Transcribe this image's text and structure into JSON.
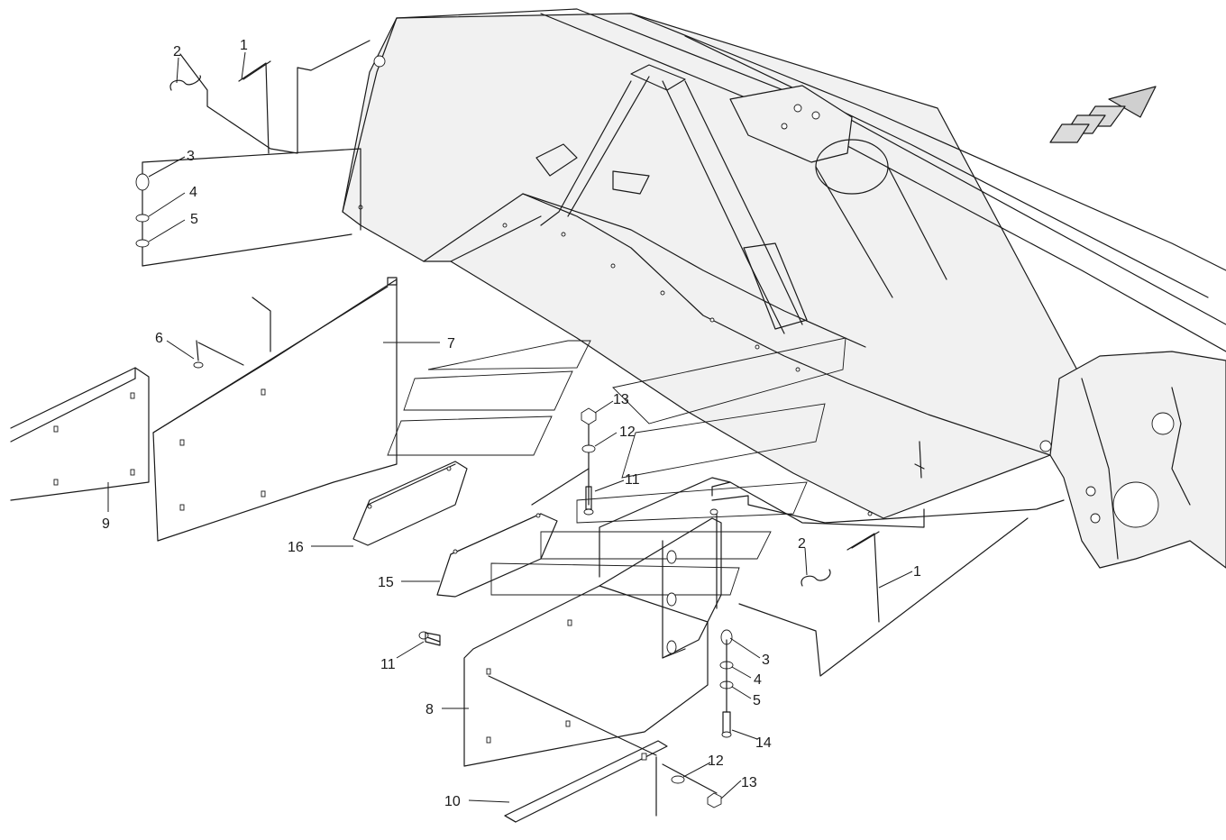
{
  "diagram": {
    "callouts": [
      {
        "id": "c1a",
        "label": "1"
      },
      {
        "id": "c2a",
        "label": "2"
      },
      {
        "id": "c3a",
        "label": "3"
      },
      {
        "id": "c4a",
        "label": "4"
      },
      {
        "id": "c5a",
        "label": "5"
      },
      {
        "id": "c6",
        "label": "6"
      },
      {
        "id": "c7",
        "label": "7"
      },
      {
        "id": "c9",
        "label": "9"
      },
      {
        "id": "c13a",
        "label": "13"
      },
      {
        "id": "c12a",
        "label": "12"
      },
      {
        "id": "c11a",
        "label": "11"
      },
      {
        "id": "c16",
        "label": "16"
      },
      {
        "id": "c15",
        "label": "15"
      },
      {
        "id": "c2b",
        "label": "2"
      },
      {
        "id": "c1b",
        "label": "1"
      },
      {
        "id": "c11b",
        "label": "11"
      },
      {
        "id": "c3b",
        "label": "3"
      },
      {
        "id": "c4b",
        "label": "4"
      },
      {
        "id": "c5b",
        "label": "5"
      },
      {
        "id": "c8",
        "label": "8"
      },
      {
        "id": "c14",
        "label": "14"
      },
      {
        "id": "c12b",
        "label": "12"
      },
      {
        "id": "c13b",
        "label": "13"
      },
      {
        "id": "c10",
        "label": "10"
      }
    ],
    "direction_arrow_icon": "direction-arrow-icon",
    "colors": {
      "line": "#1a1a1a",
      "fill": "#f1f1f1",
      "background": "#ffffff"
    }
  }
}
